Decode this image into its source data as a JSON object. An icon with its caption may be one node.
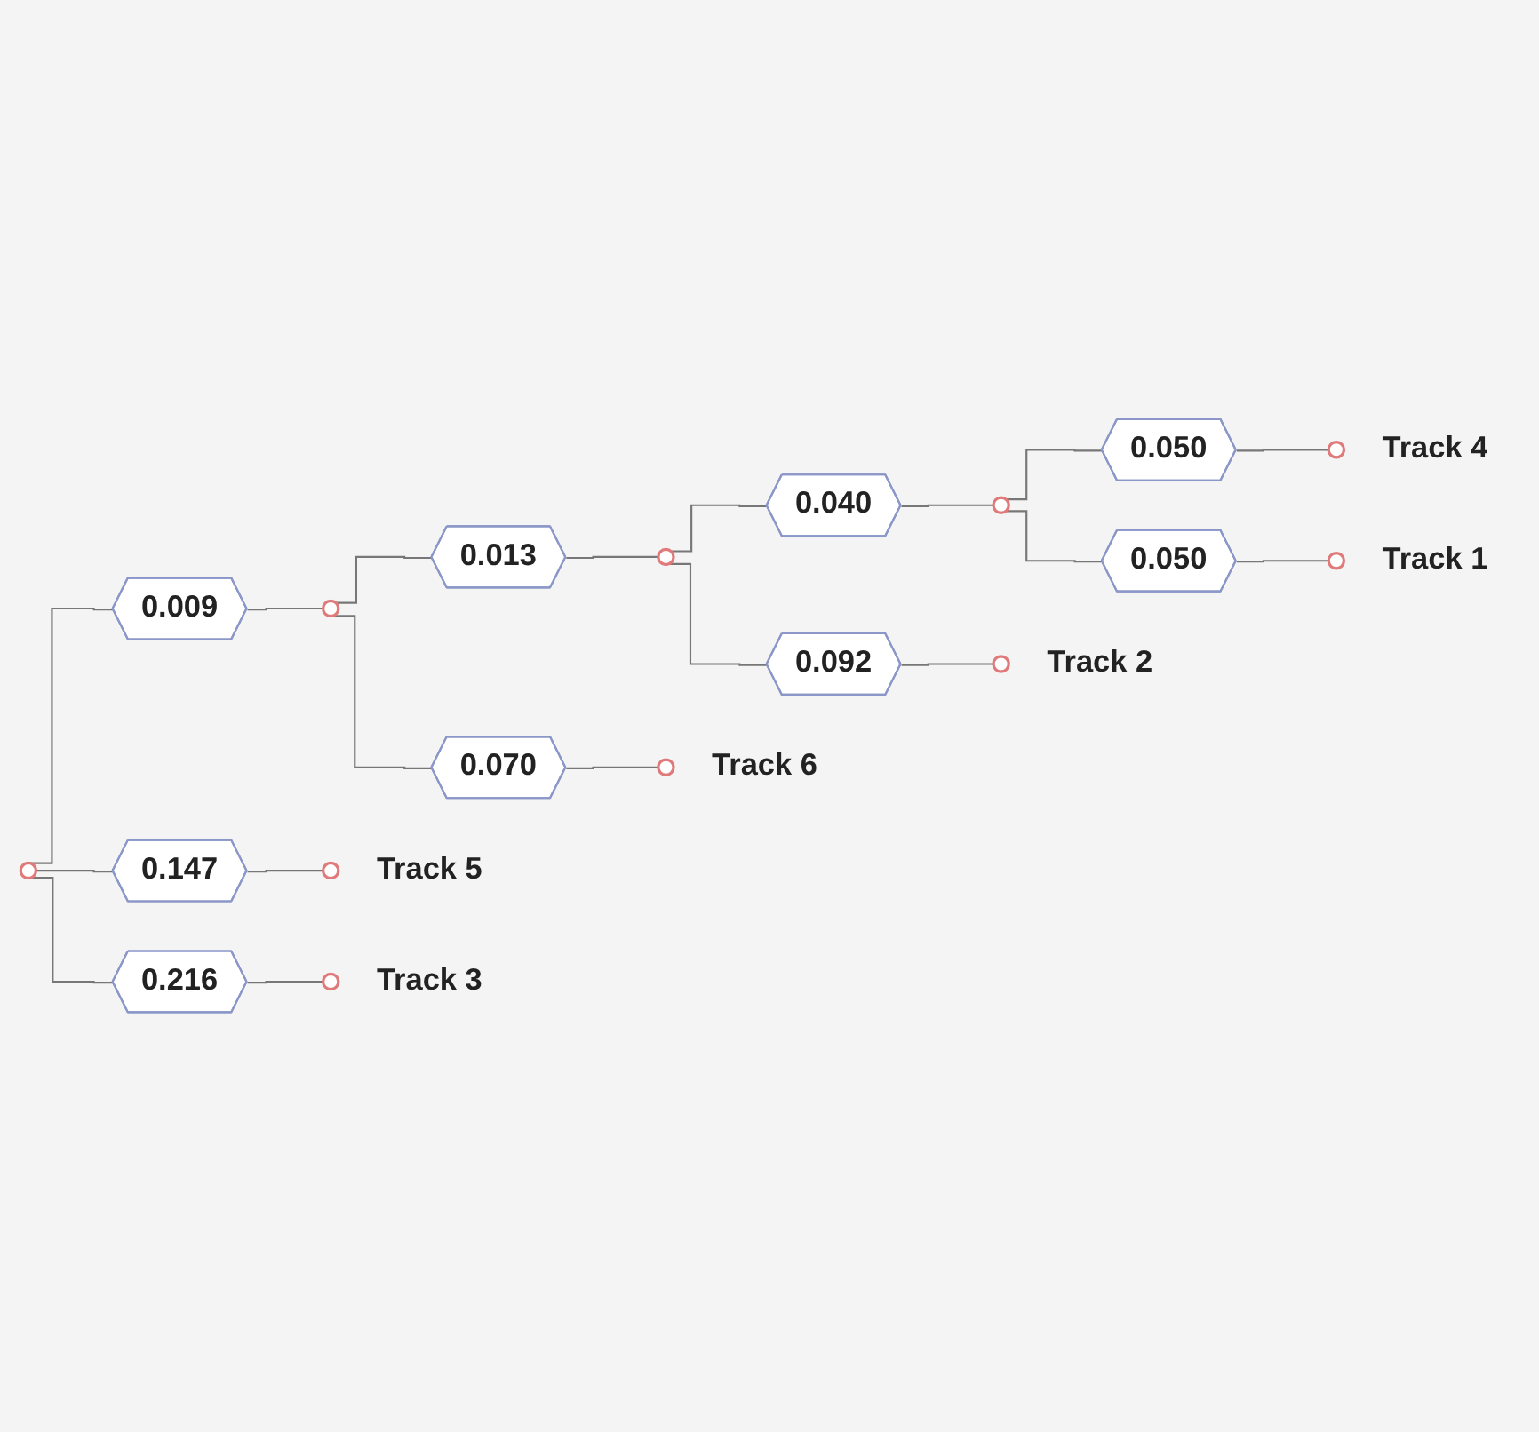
{
  "diagram": {
    "nodes": [
      {
        "text": [
          "0.147"
        ]
      },
      {
        "text": [],
        "shape": "circle",
        "beside": [
          "Track 5"
        ]
      },
      {
        "text": [],
        "shape": "circle"
      },
      {
        "text": [
          "0.216"
        ]
      },
      {
        "text": [],
        "shape": "circle",
        "beside": [
          "Track 3"
        ]
      },
      {
        "text": [
          "0.070"
        ]
      },
      {
        "text": [],
        "shape": "circle",
        "beside": [
          "Track 6"
        ]
      },
      {
        "text": [
          "0.009"
        ]
      },
      {
        "text": [],
        "shape": "circle"
      },
      {
        "text": [
          "0.092"
        ]
      },
      {
        "text": [],
        "shape": "circle",
        "beside": [
          "Track 2"
        ]
      },
      {
        "text": [
          "0.013"
        ]
      },
      {
        "text": [],
        "shape": "circle"
      },
      {
        "text": [
          "0.050"
        ]
      },
      {
        "text": [],
        "shape": "circle",
        "beside": [
          "Track 4"
        ]
      },
      {
        "text": [
          "0.040"
        ]
      },
      {
        "text": [],
        "shape": "circle"
      },
      {
        "text": [
          "0.050"
        ]
      },
      {
        "text": [],
        "shape": "circle",
        "beside": [
          "Track 1"
        ]
      }
    ],
    "edges": [
      {
        "from": 2,
        "to": 0,
        "arrow": "none"
      },
      {
        "from": 2,
        "to": 3,
        "arrow": "none"
      },
      {
        "from": 2,
        "to": 7,
        "arrow": "none"
      },
      {
        "from": 0,
        "to": 1,
        "arrow": "none"
      },
      {
        "from": 3,
        "to": 4,
        "arrow": "none"
      },
      {
        "from": 7,
        "to": 8,
        "arrow": "none"
      },
      {
        "from": 8,
        "to": 5,
        "arrow": "none"
      },
      {
        "from": 8,
        "to": 11,
        "arrow": "none"
      },
      {
        "from": 5,
        "to": 6,
        "arrow": "none"
      },
      {
        "from": 11,
        "to": 12,
        "arrow": "none"
      },
      {
        "from": 12,
        "to": 9,
        "arrow": "none"
      },
      {
        "from": 12,
        "to": 15,
        "arrow": "none"
      },
      {
        "from": 9,
        "to": 10,
        "arrow": "none"
      },
      {
        "from": 15,
        "to": 16,
        "arrow": "none"
      },
      {
        "from": 16,
        "to": 13,
        "arrow": "none"
      },
      {
        "from": 16,
        "to": 17,
        "arrow": "none"
      },
      {
        "from": 13,
        "to": 14,
        "arrow": "none"
      },
      {
        "from": 17,
        "to": 18,
        "arrow": "none"
      }
    ]
  }
}
